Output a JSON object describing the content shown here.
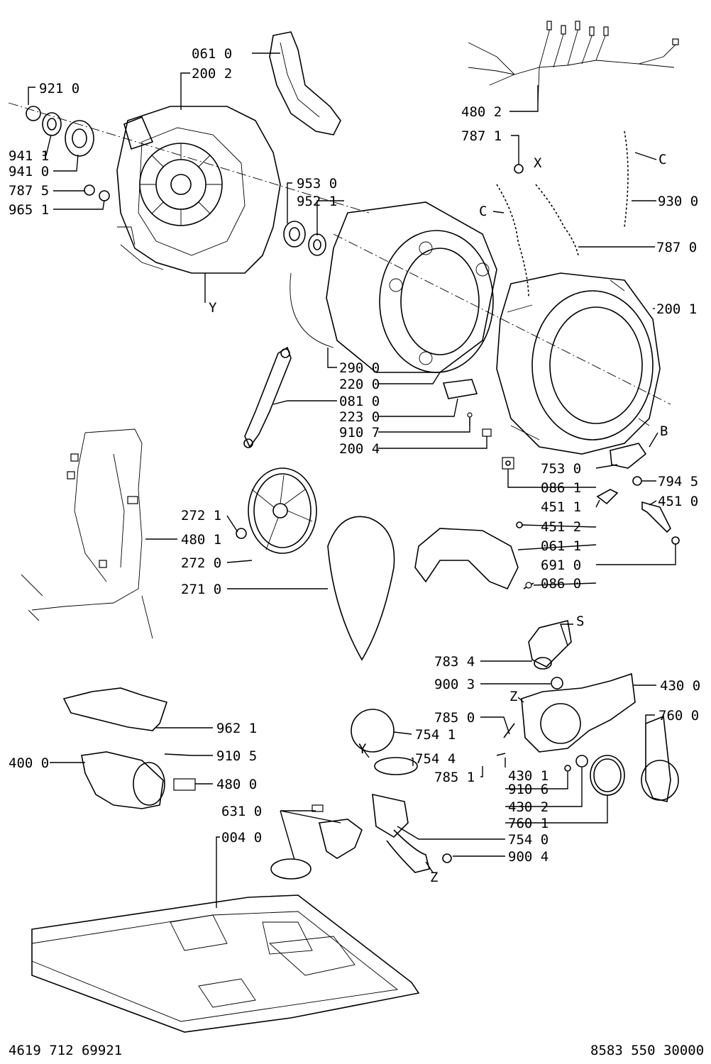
{
  "labels": [
    "061 0",
    "200 2",
    "921 0",
    "941 1",
    "941 0",
    "787 5",
    "965 1",
    "953 0",
    "952 1",
    "480 2",
    "787 1",
    "X",
    "C",
    "930 0",
    "C",
    "787 0",
    "200 1",
    "Y",
    "290 0",
    "220 0",
    "081 0",
    "223 0",
    "910 7",
    "200 4",
    "B",
    "753 0",
    "794 5",
    "086 1",
    "451 1",
    "451 0",
    "451 2",
    "272 1",
    "480 1",
    "272 0",
    "271 0",
    "061 1",
    "691 0",
    "086 0",
    "S",
    "783 4",
    "900 3",
    "430 0",
    "Z",
    "785 0",
    "754 1",
    "760 0",
    "754 4",
    "Y",
    "785 1",
    "400 0",
    "910 5",
    "480 0",
    "962 1",
    "430 1",
    "910 6",
    "430 2",
    "760 1",
    "631 0",
    "754 0",
    "004 0",
    "900 4",
    "Z"
  ],
  "footer": {
    "left_code": "4619 712 69921",
    "right_code": "8583 550 30000"
  }
}
